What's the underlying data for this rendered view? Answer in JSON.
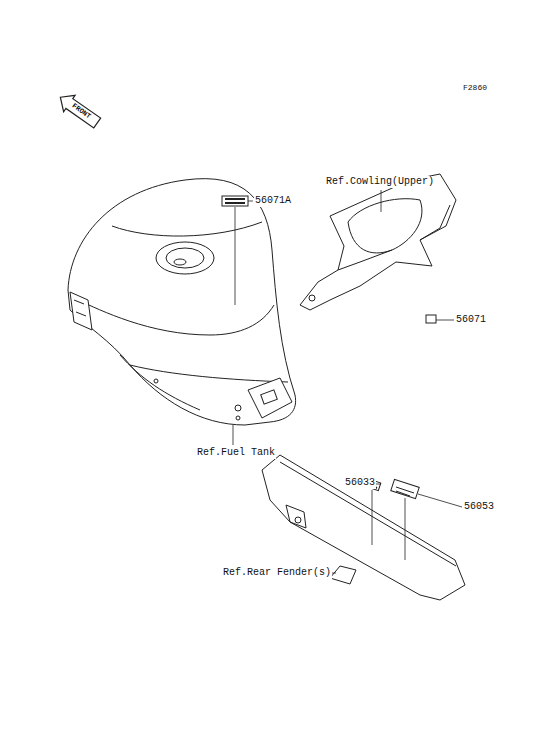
{
  "diagram": {
    "labels": [
      "F2860",
      "FRONT",
      "56071A",
      "Ref.Cowling(Upper)",
      "56071",
      "Ref.Fuel Tank",
      "56033",
      "56053",
      "Ref.Rear Fender(s)"
    ]
  }
}
